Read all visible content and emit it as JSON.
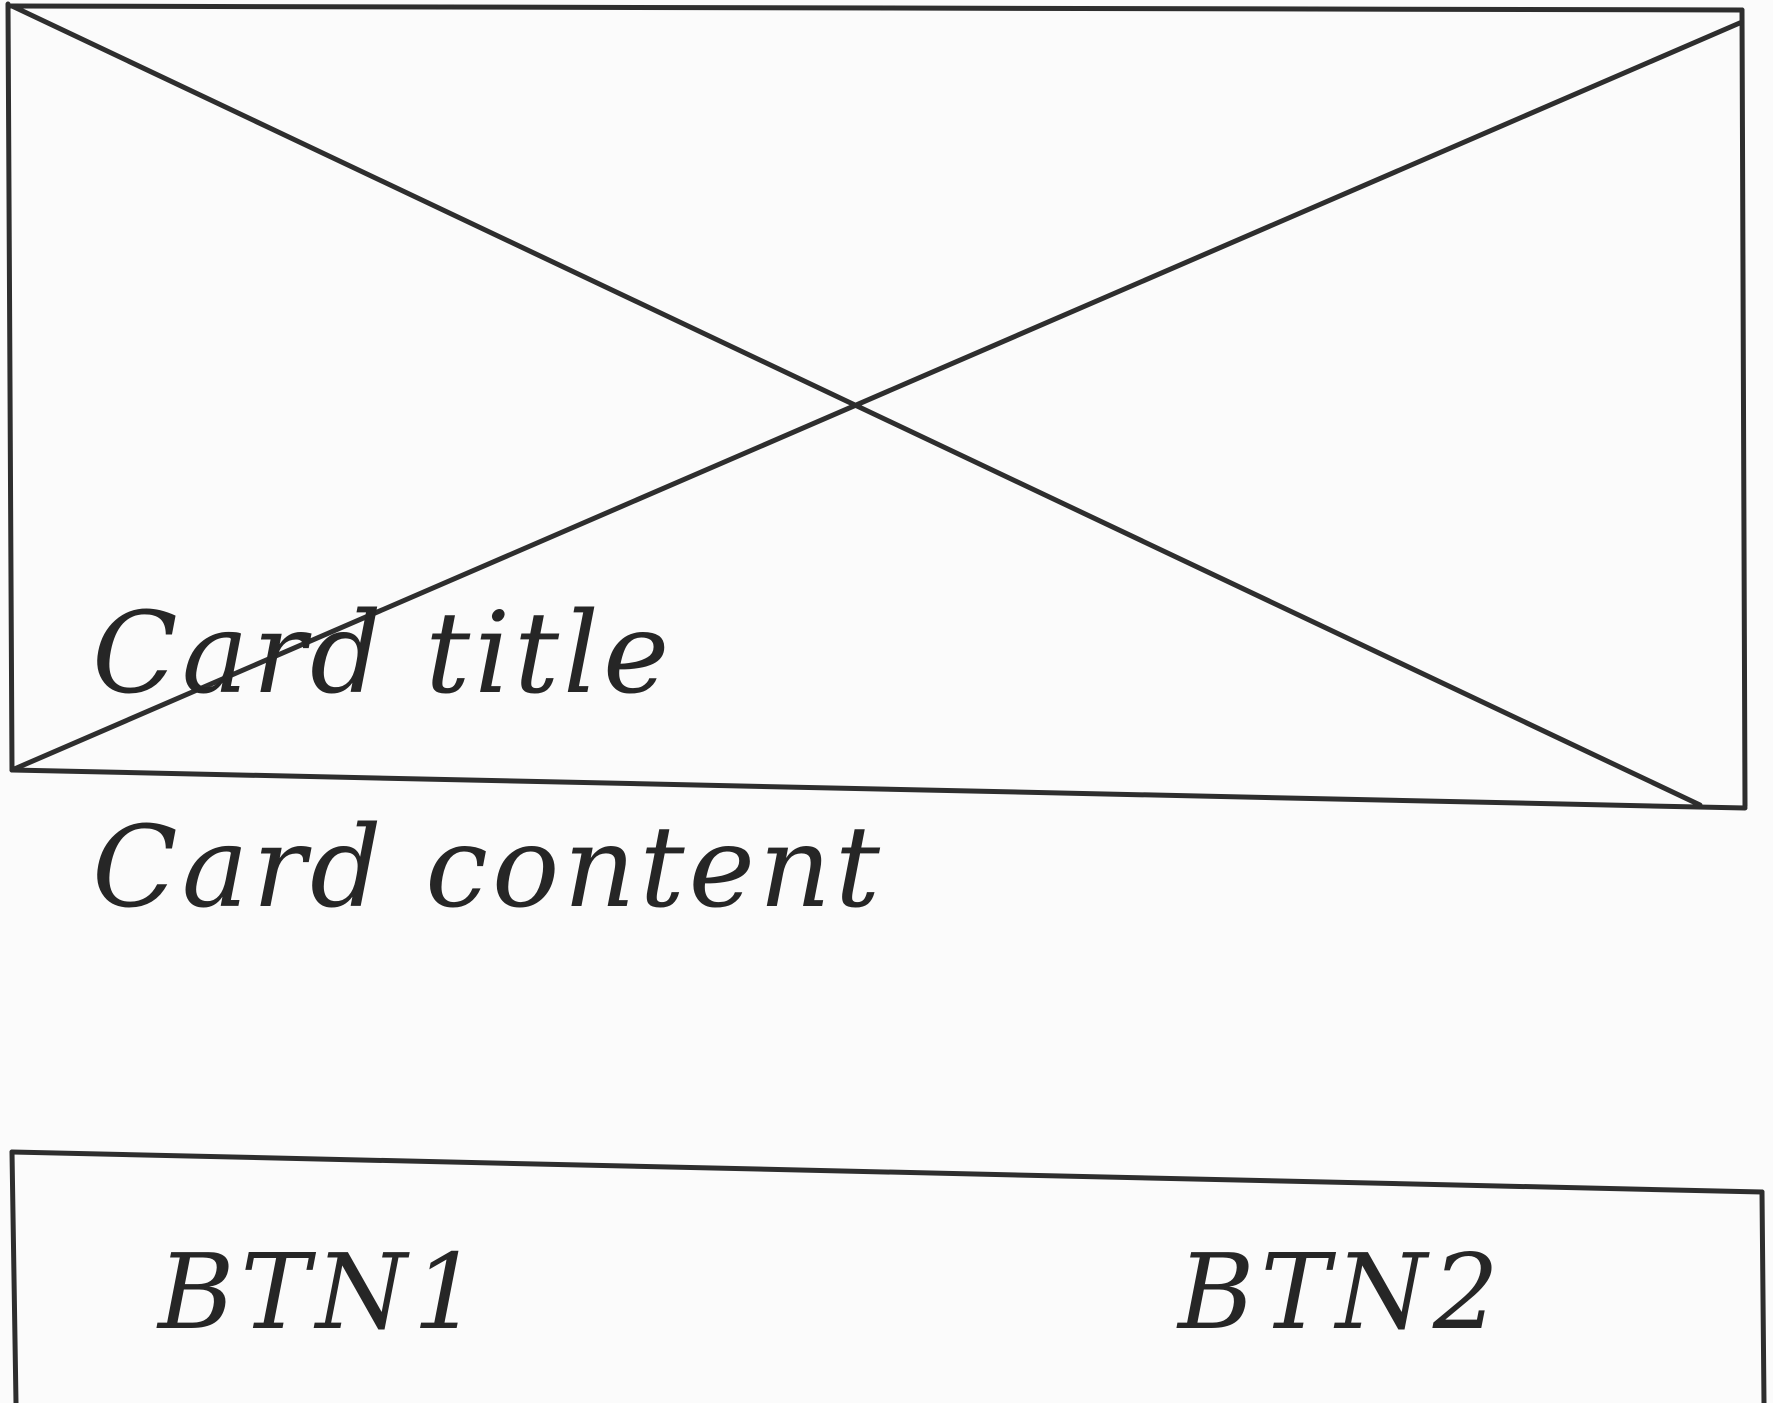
{
  "card": {
    "title": "Card title",
    "content": "Card content"
  },
  "actions": {
    "btn1_label": "BTN1",
    "btn2_label": "BTN2"
  },
  "icons": {
    "image_placeholder": "image-placeholder-icon"
  },
  "colors": {
    "ink": "#2a2a2a",
    "paper": "#fbfbfb"
  }
}
